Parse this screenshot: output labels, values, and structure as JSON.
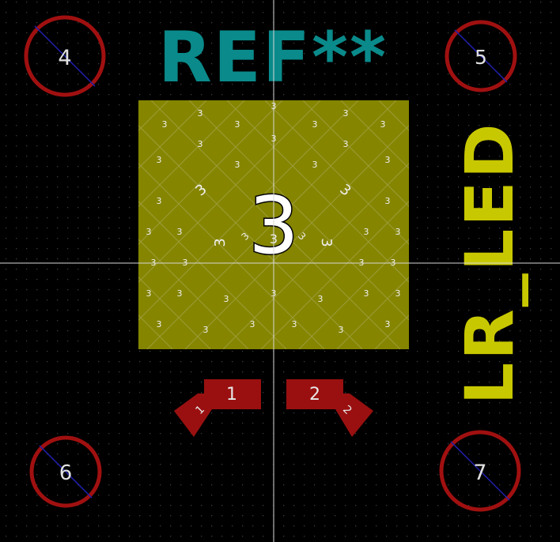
{
  "footprint": {
    "reference": "REF**",
    "value": "LR_LED"
  },
  "colors": {
    "background": "#000000",
    "grid_dot": "#3c3c3c",
    "crosshair": "#d8d8d8",
    "reference_text": "#0a8a8a",
    "value_text": "#c8c800",
    "copper_pad": "#9a1010",
    "ring_outline": "#a01010",
    "thermal_pad": "#858500",
    "pad_number": "#ffffff",
    "hole_line": "#2020b0"
  },
  "pads": {
    "mounting": [
      {
        "number": "4"
      },
      {
        "number": "5"
      },
      {
        "number": "6"
      },
      {
        "number": "7"
      }
    ],
    "smd_angled": [
      {
        "number": "1",
        "marker": "1"
      },
      {
        "number": "2",
        "marker": "2"
      }
    ],
    "thermal": {
      "number": "3",
      "via_number": "3"
    }
  }
}
